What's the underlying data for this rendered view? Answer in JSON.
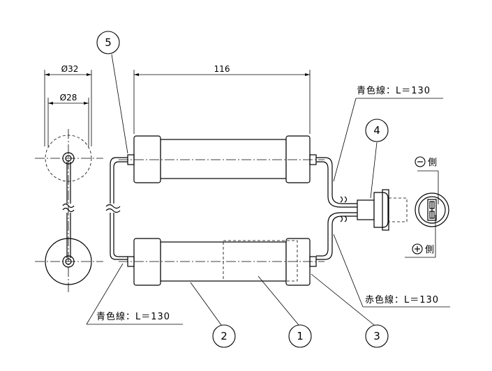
{
  "drawing": {
    "dimensions": {
      "outer_diameter": "Ø32",
      "inner_diameter": "Ø28",
      "length": "116"
    },
    "wire_notes": {
      "blue_top": "青色線：L＝130",
      "blue_bottom": "青色線：L＝130",
      "red": "赤色線：L＝130"
    },
    "polarity": {
      "minus_symbol": "−",
      "minus_side": "側",
      "plus_symbol": "+",
      "plus_side": "側"
    },
    "balloons": {
      "b1": "1",
      "b2": "2",
      "b3": "3",
      "b4": "4",
      "b5": "5"
    }
  }
}
